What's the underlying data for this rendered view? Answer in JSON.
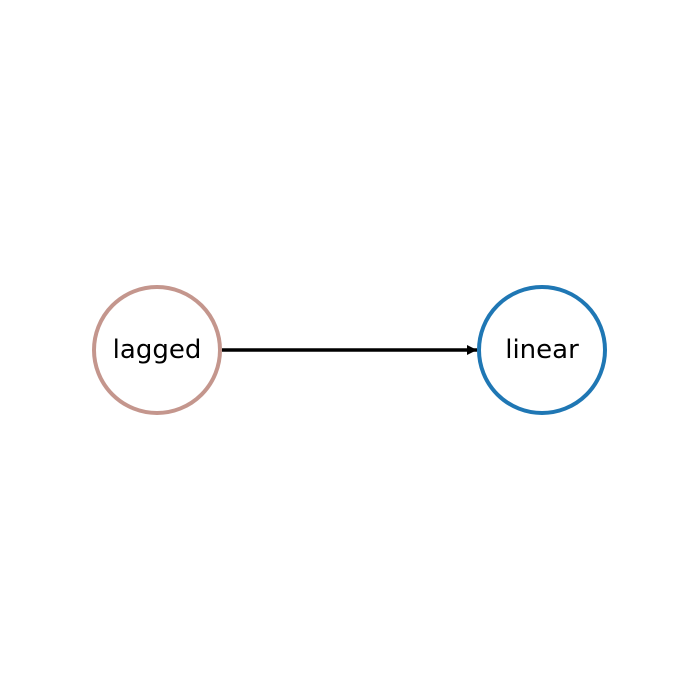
{
  "diagram": {
    "nodes": [
      {
        "id": "lagged",
        "label": "lagged",
        "color": "#c4968d"
      },
      {
        "id": "linear",
        "label": "linear",
        "color": "#1f77b4"
      }
    ],
    "edges": [
      {
        "from": "lagged",
        "to": "linear",
        "directed": true,
        "color": "#000000"
      }
    ]
  }
}
